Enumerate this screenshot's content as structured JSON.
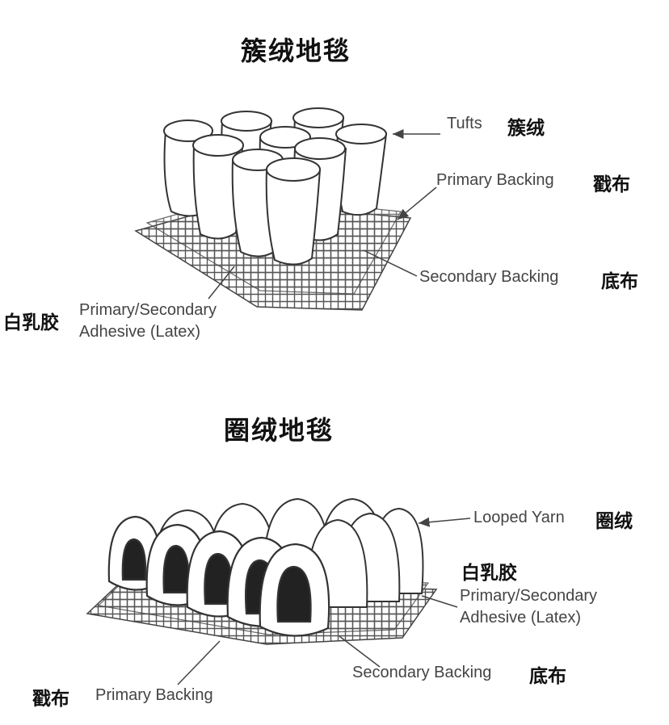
{
  "tufted": {
    "title": "簇绒地毯",
    "tufts_en": "Tufts",
    "tufts_cn": "簇绒",
    "primary_backing_en": "Primary Backing",
    "primary_backing_cn": "戳布",
    "secondary_backing_en": "Secondary Backing",
    "secondary_backing_cn": "底布",
    "adhesive_cn": "白乳胶",
    "adhesive_en_line1": "Primary/Secondary",
    "adhesive_en_line2": "Adhesive (Latex)"
  },
  "loop": {
    "title": "圈绒地毯",
    "looped_yarn_en": "Looped Yarn",
    "looped_yarn_cn": "圈绒",
    "adhesive_cn": "白乳胶",
    "adhesive_en_line1": "Primary/Secondary",
    "adhesive_en_line2": "Adhesive (Latex)",
    "secondary_backing_en": "Secondary Backing",
    "secondary_backing_cn": "底布",
    "primary_backing_cn": "戳布",
    "primary_backing_en": "Primary Backing"
  }
}
